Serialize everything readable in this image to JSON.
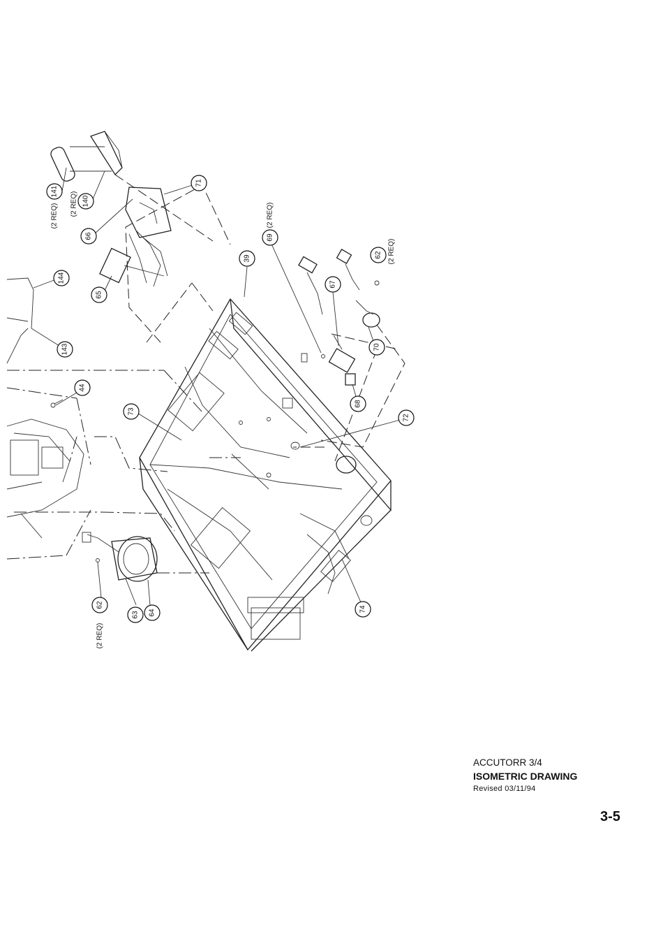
{
  "document": {
    "product": "ACCUTORR 3/4",
    "title": "ISOMETRIC DRAWING",
    "revised": "Revised  03/11/94",
    "page_number": "3-5"
  },
  "callouts": [
    {
      "id": "141",
      "label": "141",
      "note": "(2 REQ)"
    },
    {
      "id": "140",
      "label": "140",
      "note": "(2 REQ)"
    },
    {
      "id": "71",
      "label": "71"
    },
    {
      "id": "66",
      "label": "66"
    },
    {
      "id": "65",
      "label": "65"
    },
    {
      "id": "144",
      "label": "144"
    },
    {
      "id": "143",
      "label": "143"
    },
    {
      "id": "69",
      "label": "69",
      "note": "(2 REQ)"
    },
    {
      "id": "39",
      "label": "39"
    },
    {
      "id": "62-top",
      "label": "62",
      "note": "(2 REQ)"
    },
    {
      "id": "67",
      "label": "67"
    },
    {
      "id": "70",
      "label": "70"
    },
    {
      "id": "68",
      "label": "68"
    },
    {
      "id": "72",
      "label": "72"
    },
    {
      "id": "44",
      "label": "44"
    },
    {
      "id": "73",
      "label": "73"
    },
    {
      "id": "62-bottom",
      "label": "62",
      "note": "(2 REQ)"
    },
    {
      "id": "63",
      "label": "63"
    },
    {
      "id": "64",
      "label": "64"
    },
    {
      "id": "74",
      "label": "74"
    }
  ],
  "colors": {
    "ink": "#111111",
    "paper": "#ffffff"
  }
}
